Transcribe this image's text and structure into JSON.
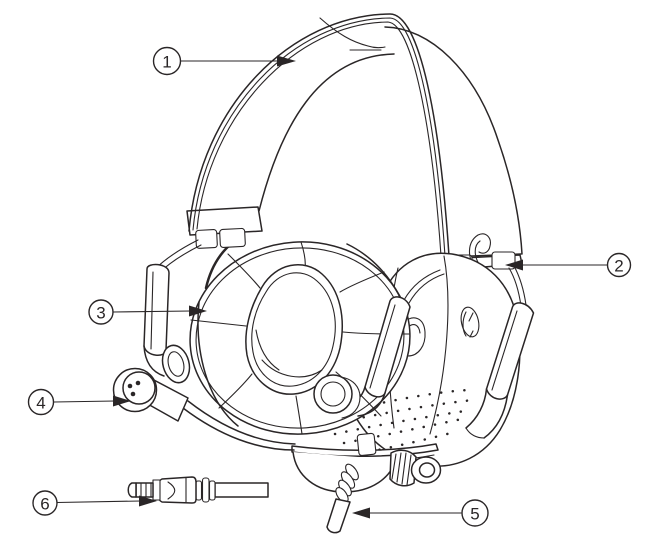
{
  "diagram": {
    "subject": "headset-parts-illustration",
    "background_color": "#ffffff",
    "line_color": "#2a2627",
    "callouts": [
      {
        "label": "1"
      },
      {
        "label": "2"
      },
      {
        "label": "3"
      },
      {
        "label": "4"
      },
      {
        "label": "5"
      },
      {
        "label": "6"
      }
    ]
  }
}
